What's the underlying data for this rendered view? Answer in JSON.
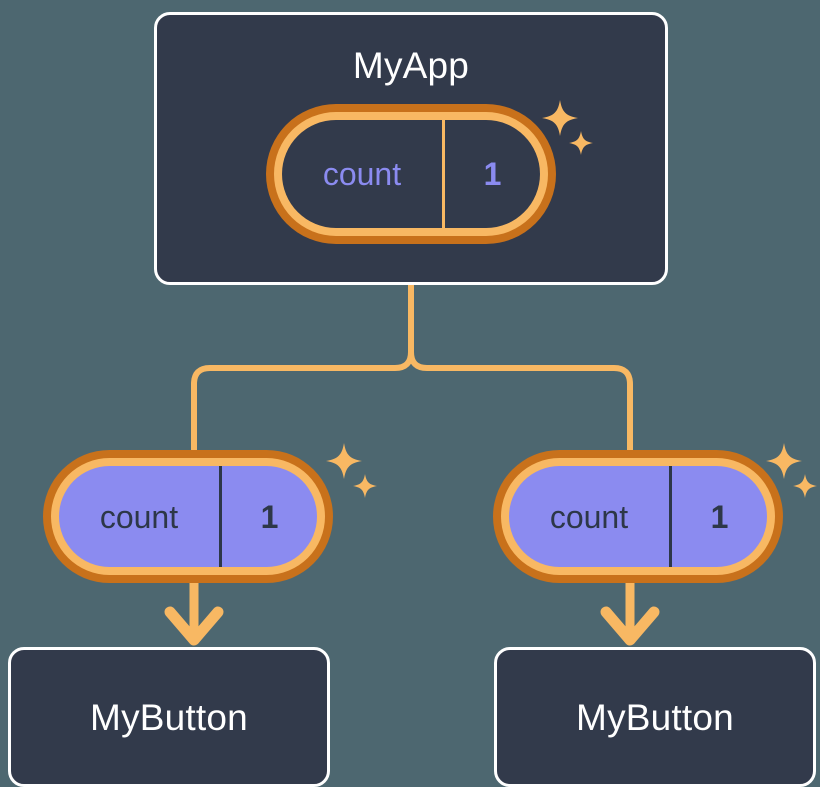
{
  "diagram": {
    "title_text": "MyApp",
    "background_color": "#4d6770",
    "root": {
      "component_name": "MyApp",
      "state": {
        "name": "count",
        "value": "1",
        "fill_color": "#323a4b",
        "text_color": "#8b8bf0",
        "ring_outer_color": "#c8711b",
        "ring_inner_color": "#f8b863"
      },
      "sparkle_name": "sparkles-icon"
    },
    "branches": [
      {
        "state": {
          "name": "count",
          "value": "1",
          "fill_color": "#8b8bf0",
          "text_color": "#2d3748",
          "ring_outer_color": "#c8711b",
          "ring_inner_color": "#f8b863"
        },
        "component_name": "MyButton",
        "sparkle_name": "sparkles-icon",
        "arrow_name": "down-arrow"
      },
      {
        "state": {
          "name": "count",
          "value": "1",
          "fill_color": "#8b8bf0",
          "text_color": "#2d3748",
          "ring_outer_color": "#c8711b",
          "ring_inner_color": "#f8b863"
        },
        "component_name": "MyButton",
        "sparkle_name": "sparkles-icon",
        "arrow_name": "down-arrow"
      }
    ],
    "connector": {
      "color": "#f8b863",
      "stroke_width": "6",
      "style": "orthogonal-rounded-tree"
    },
    "card_border_color": "#ffffff",
    "card_fill_color": "#323a4b"
  }
}
